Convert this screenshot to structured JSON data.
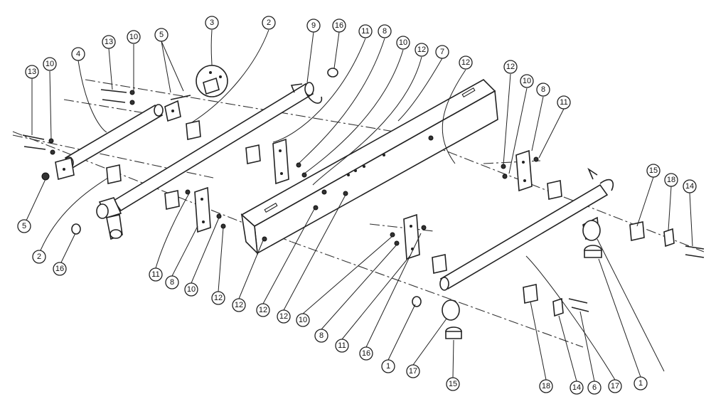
{
  "diagram": {
    "callouts": [
      {
        "id": "c13a",
        "label": "13"
      },
      {
        "id": "c10a",
        "label": "10"
      },
      {
        "id": "c13b",
        "label": "13"
      },
      {
        "id": "c10b",
        "label": "10"
      },
      {
        "id": "c4",
        "label": "4"
      },
      {
        "id": "c5a",
        "label": "5"
      },
      {
        "id": "c3",
        "label": "3"
      },
      {
        "id": "c2a",
        "label": "2"
      },
      {
        "id": "c9",
        "label": "9"
      },
      {
        "id": "c16a",
        "label": "16"
      },
      {
        "id": "c11a",
        "label": "11"
      },
      {
        "id": "c8a",
        "label": "8"
      },
      {
        "id": "c10c",
        "label": "10"
      },
      {
        "id": "c12a",
        "label": "12"
      },
      {
        "id": "c7",
        "label": "7"
      },
      {
        "id": "c12b",
        "label": "12"
      },
      {
        "id": "c12c",
        "label": "12"
      },
      {
        "id": "c10d",
        "label": "10"
      },
      {
        "id": "c8b",
        "label": "8"
      },
      {
        "id": "c11b",
        "label": "11"
      },
      {
        "id": "c5b",
        "label": "5"
      },
      {
        "id": "c2b",
        "label": "2"
      },
      {
        "id": "c16b",
        "label": "16"
      },
      {
        "id": "c11c",
        "label": "11"
      },
      {
        "id": "c8c",
        "label": "8"
      },
      {
        "id": "c10e",
        "label": "10"
      },
      {
        "id": "c12d",
        "label": "12"
      },
      {
        "id": "c12e",
        "label": "12"
      },
      {
        "id": "c12f",
        "label": "12"
      },
      {
        "id": "c12g",
        "label": "12"
      },
      {
        "id": "c10f",
        "label": "10"
      },
      {
        "id": "c8d",
        "label": "8"
      },
      {
        "id": "c11d",
        "label": "11"
      },
      {
        "id": "c16c",
        "label": "16"
      },
      {
        "id": "c1a",
        "label": "1"
      },
      {
        "id": "c17a",
        "label": "17"
      },
      {
        "id": "c15a",
        "label": "15"
      },
      {
        "id": "c18a",
        "label": "18"
      },
      {
        "id": "c14a",
        "label": "14"
      },
      {
        "id": "c6",
        "label": "6"
      },
      {
        "id": "c17b",
        "label": "17"
      },
      {
        "id": "c1b",
        "label": "1"
      },
      {
        "id": "c15b",
        "label": "15"
      },
      {
        "id": "c18b",
        "label": "18"
      },
      {
        "id": "c14b",
        "label": "14"
      }
    ]
  }
}
